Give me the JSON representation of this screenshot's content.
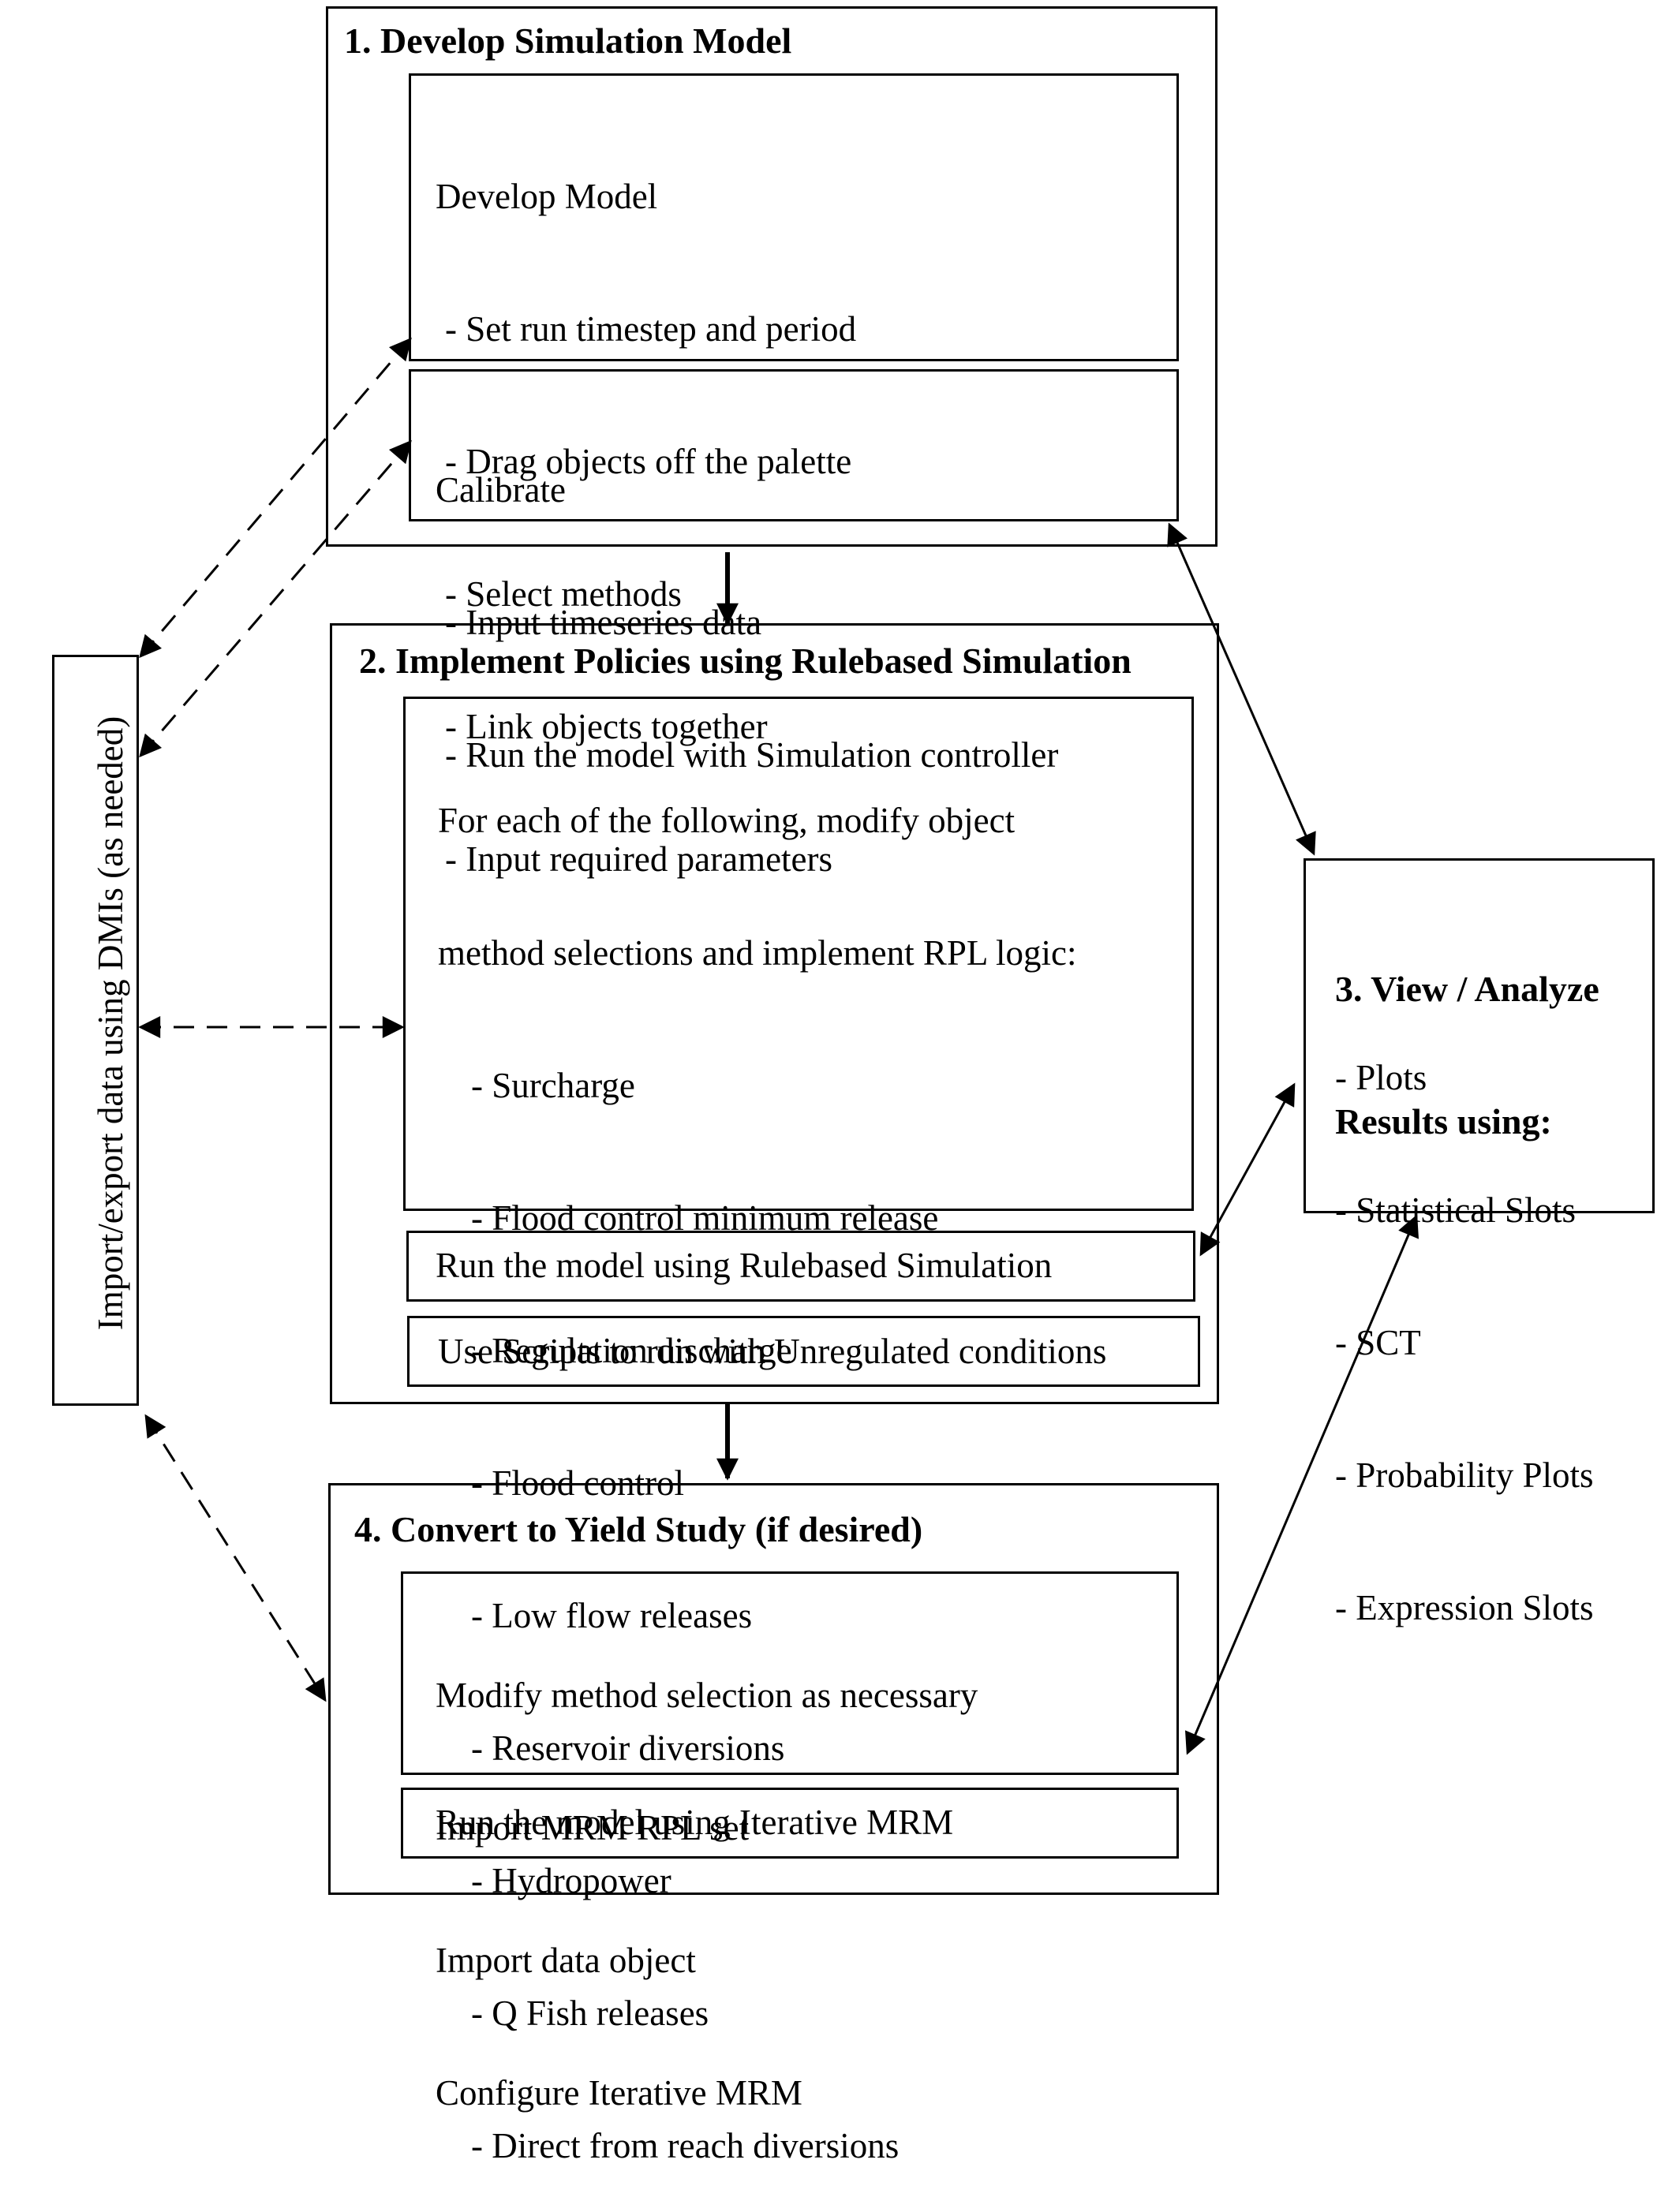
{
  "step1": {
    "title": "1. Develop Simulation Model",
    "develop_model": {
      "heading": "Develop Model",
      "items": [
        "- Set run timestep and period",
        "- Drag objects off the palette",
        "- Select methods",
        "- Link objects together",
        "- Input required parameters"
      ]
    },
    "calibrate": {
      "heading": "Calibrate",
      "items": [
        "- Input timeseries data",
        "- Run the model with Simulation controller"
      ]
    }
  },
  "step2": {
    "title": "2. Implement Policies using Rulebased Simulation",
    "policies": {
      "intro": [
        "For each of the following, modify object",
        "method selections and implement RPL logic:"
      ],
      "items": [
        "- Surcharge",
        "- Flood control minimum release",
        "- Regulation discharge",
        "- Flood control",
        "- Low flow releases",
        "- Reservoir diversions",
        "- Hydropower",
        "- Q Fish releases",
        "- Direct from reach diversions"
      ]
    },
    "run_rulebased": "Run the model using Rulebased Simulation",
    "scripts": "Use Scripts to run with Unregulated conditions"
  },
  "step3": {
    "title_lines": [
      "3. View / Analyze",
      "Results using:"
    ],
    "items": [
      "- Plots",
      "- Statistical Slots",
      "- SCT",
      "- Probability Plots",
      "- Expression Slots"
    ]
  },
  "step4": {
    "title": "4. Convert to Yield Study (if desired)",
    "config_items": [
      "Modify method selection as necessary",
      "Import MRM RPL set",
      "Import data object",
      "Configure Iterative MRM"
    ],
    "run_mrm": "Run the model using Iterative MRM"
  },
  "dmi": {
    "label": "Import/export data using DMIs (as needed)"
  }
}
